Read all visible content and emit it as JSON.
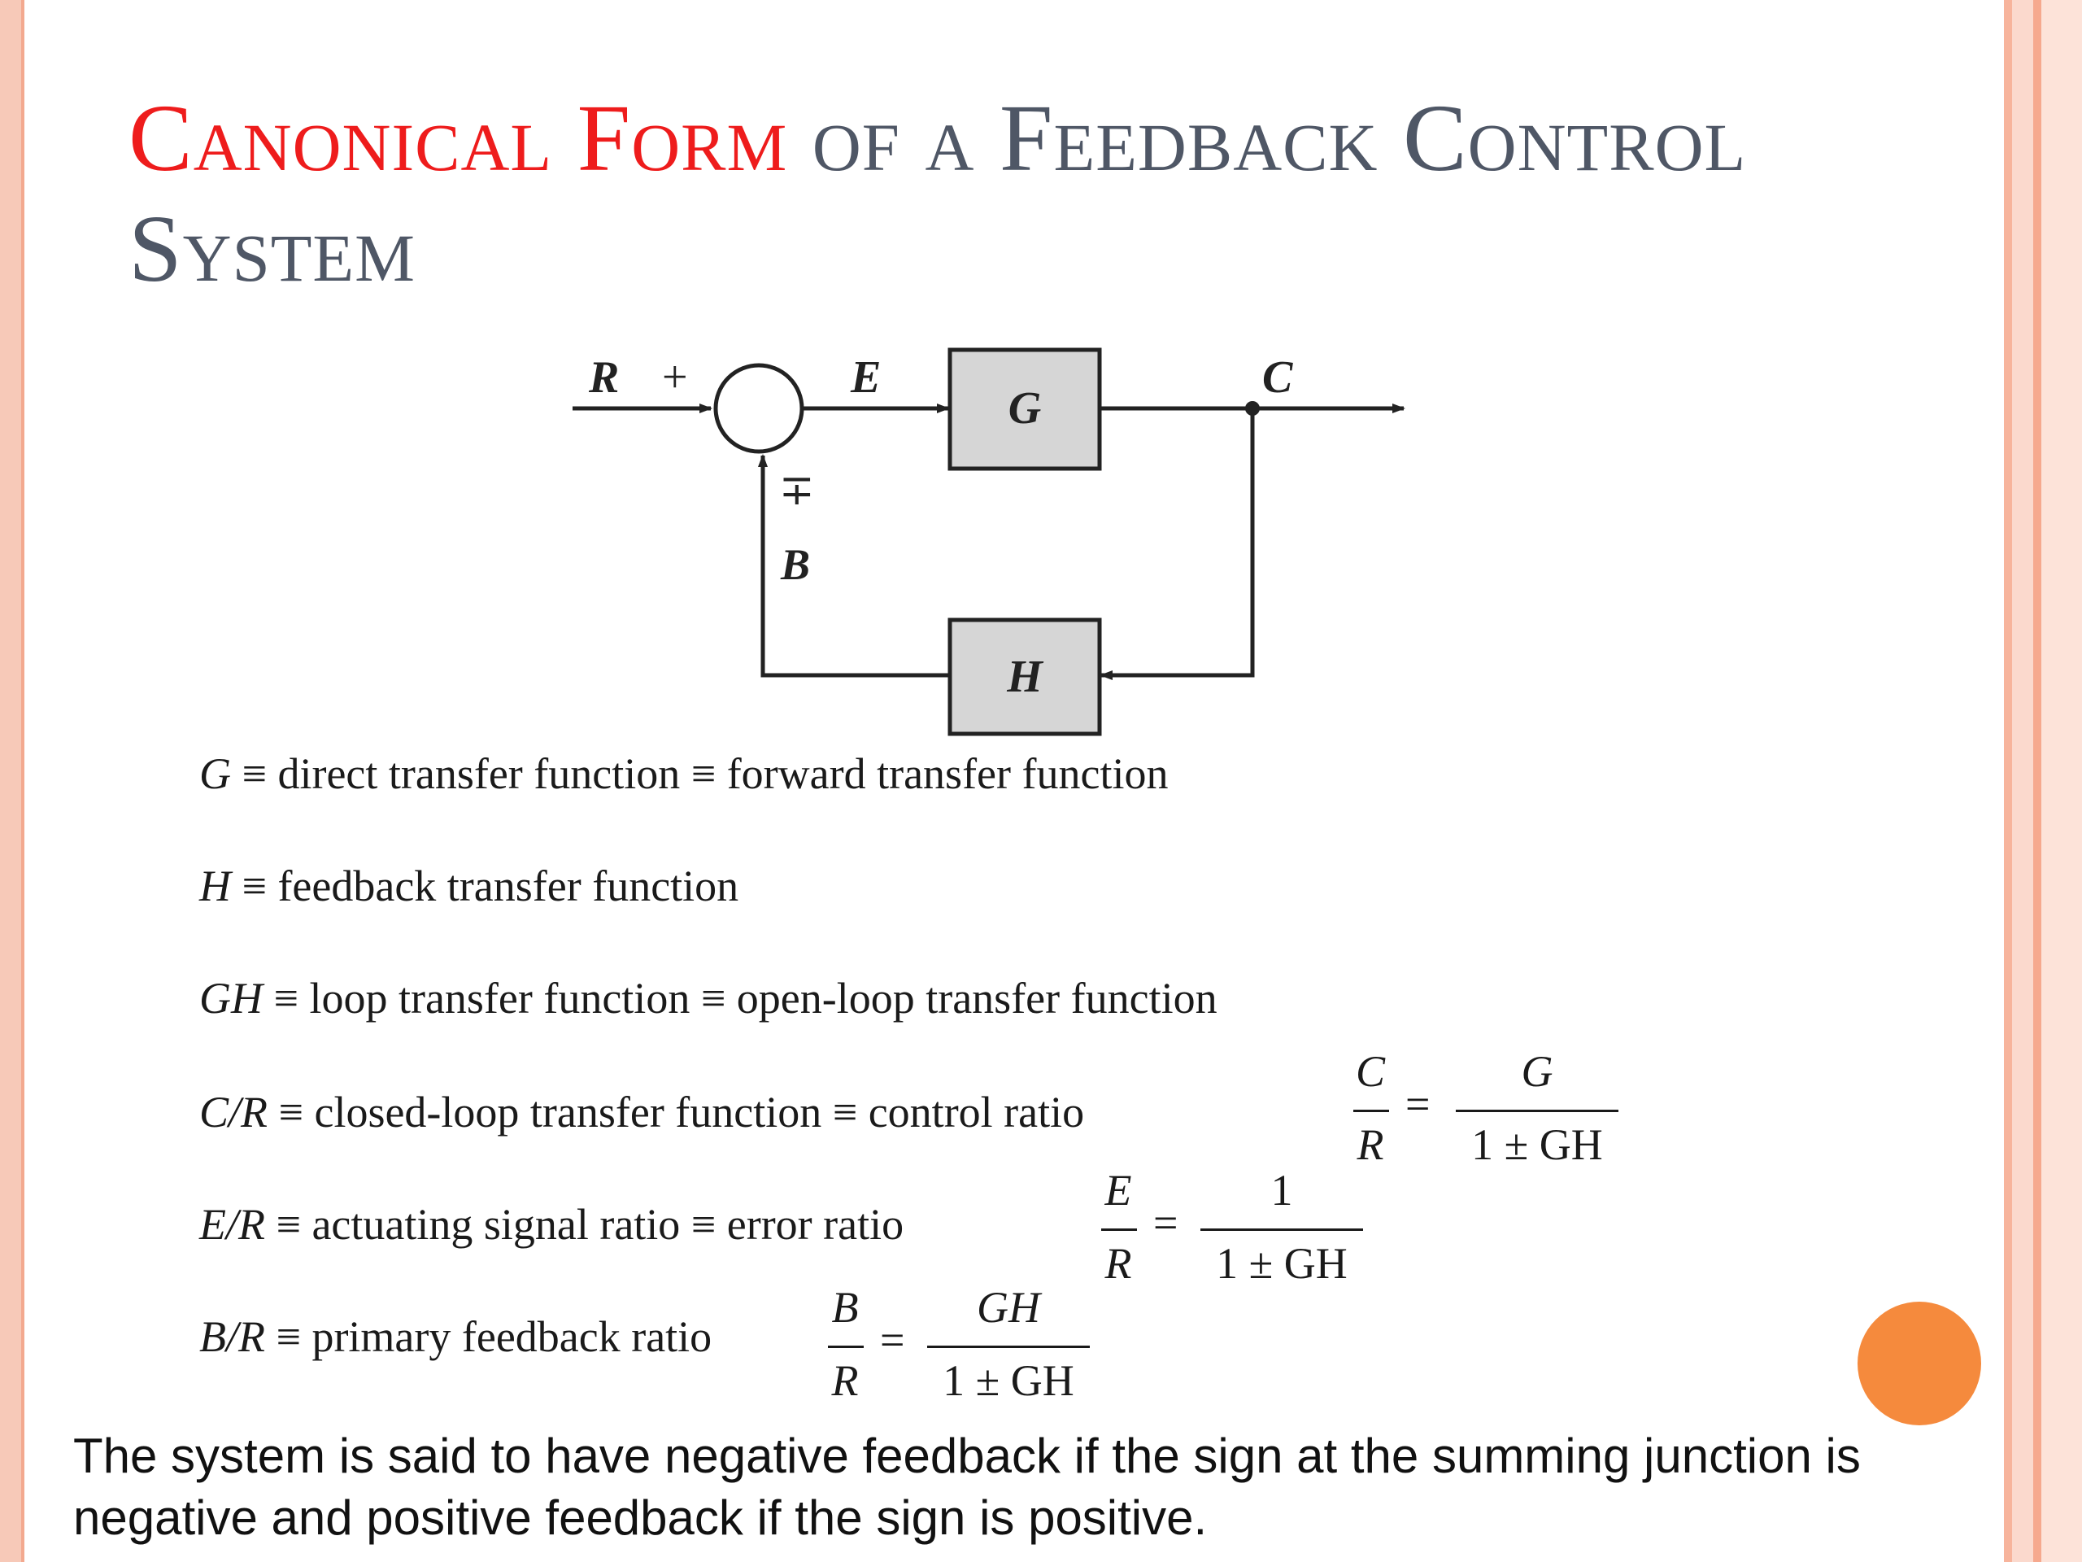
{
  "title": {
    "part1": "Canonical Form",
    "part2": " of a Feedback Control System"
  },
  "diagram": {
    "input_label": "R",
    "plus_sign": "+",
    "error_label": "E",
    "forward_block": "G",
    "output_label": "C",
    "feedback_sign": "∓",
    "feedback_label": "B",
    "feedback_block": "H"
  },
  "definitions": [
    {
      "symbol": "G",
      "text": " ≡ direct transfer function ≡ forward transfer function"
    },
    {
      "symbol": "H",
      "text": " ≡ feedback transfer function"
    },
    {
      "symbol": "GH",
      "text": " ≡ loop transfer function ≡ open-loop transfer function"
    },
    {
      "symbol": "C/R",
      "text": " ≡ closed-loop transfer function ≡ control ratio"
    },
    {
      "symbol": "E/R",
      "text": " ≡ actuating signal ratio ≡ error ratio"
    },
    {
      "symbol": "B/R",
      "text": " ≡ primary feedback ratio"
    }
  ],
  "formulas": {
    "cr": {
      "lhs_num": "C",
      "lhs_den": "R",
      "equals": "=",
      "rhs_num": "G",
      "rhs_den": "1 ± GH"
    },
    "er": {
      "lhs_num": "E",
      "lhs_den": "R",
      "equals": "=",
      "rhs_num": "1",
      "rhs_den": "1 ± GH"
    },
    "br": {
      "lhs_num": "B",
      "lhs_den": "R",
      "equals": "=",
      "rhs_num": "GH",
      "rhs_den": "1 ± GH"
    }
  },
  "note": "The system is said to have negative feedback if the sign at the summing junction is negative and positive feedback if the sign is positive.",
  "colors": {
    "title_accent": "#ee1c1c",
    "title_gray": "#4f5766",
    "decor_dot": "#f58a3d"
  }
}
